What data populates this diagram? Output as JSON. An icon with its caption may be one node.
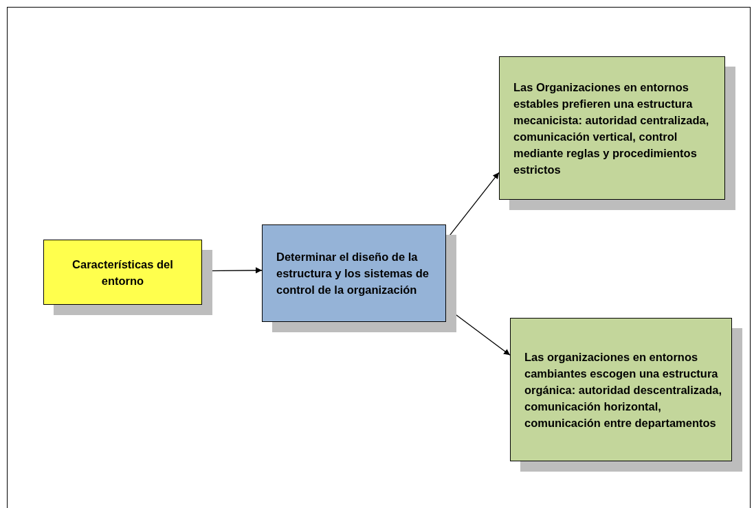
{
  "diagram": {
    "nodes": [
      {
        "text": [
          "Características del entorno"
        ]
      },
      {
        "text": [
          "Determinar el diseño de la estructura y los sistemas de control de la organización"
        ]
      },
      {
        "text": [
          "Las Organizaciones en entornos estables prefieren una estructura mecanicista: autoridad centralizada, comunicación vertical,  control mediante reglas y procedimientos estrictos"
        ]
      },
      {
        "text": [
          "Las organizaciones en entornos cambiantes escogen una estructura orgánica: autoridad descentralizada, comunicación horizontal, comunicación entre departamentos"
        ]
      }
    ],
    "edges": [
      {
        "from": 0,
        "to": 1,
        "arrow": "to"
      },
      {
        "from": 1,
        "to": 2,
        "arrow": "to"
      },
      {
        "from": 1,
        "to": 3,
        "arrow": "to"
      }
    ]
  }
}
